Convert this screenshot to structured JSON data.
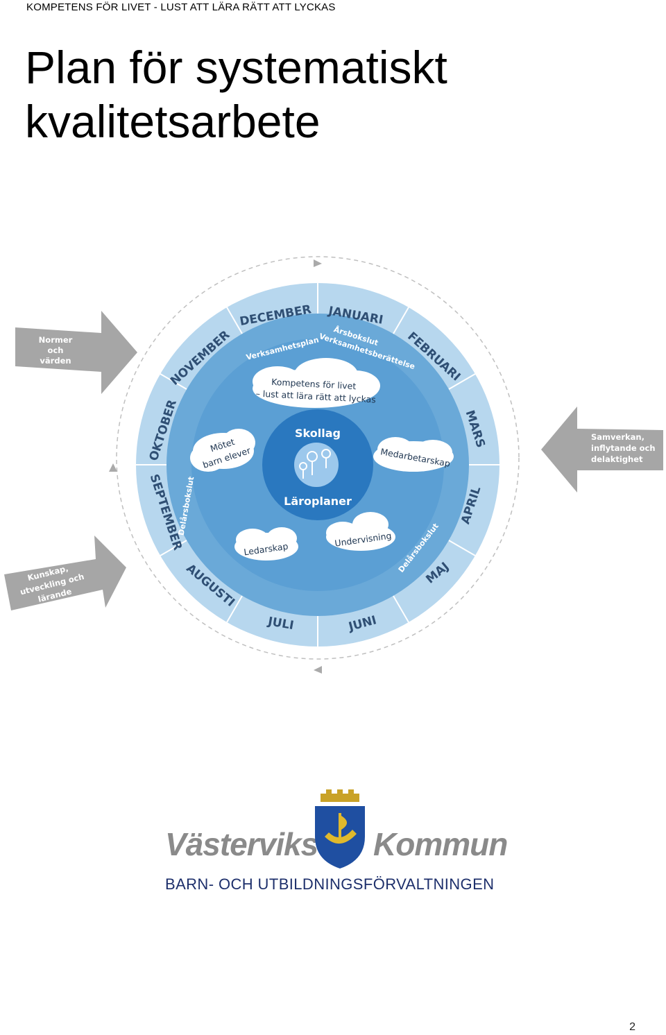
{
  "header": {
    "running_title": "KOMPETENS FÖR LIVET - LUST ATT LÄRA RÄTT ATT LYCKAS"
  },
  "title": {
    "line1": "Plan för systematiskt",
    "line2": "kvalitetsarbete"
  },
  "wheel": {
    "months": {
      "december": "DECEMBER",
      "januari": "JANUARI",
      "februari": "FEBRUARI",
      "mars": "MARS",
      "april": "APRIL",
      "maj": "MAJ",
      "juni": "JUNI",
      "juli": "JULI",
      "augusti": "AUGUSTI",
      "september": "SEPTEMBER",
      "oktober": "OKTOBER",
      "november": "NOVEMBER"
    },
    "milestones": {
      "verksamhetsplan": "Verksamhetsplan",
      "arsbokslut": "Årsbokslut",
      "verksamhetsberattelse": "Verksamhetsberättelse",
      "delarsbokslut_left": "Delårsbokslut",
      "delarsbokslut_right": "Delårsbokslut"
    },
    "clouds": {
      "kompetens_line1": "Kompetens för livet",
      "kompetens_line2": "– lust att lära rätt att lyckas",
      "motet_line1": "Mötet",
      "motet_line2": "barn elever",
      "medarbetarskap": "Medarbetarskap",
      "ledarskap": "Ledarskap",
      "undervisning": "Undervisning"
    },
    "center": {
      "top": "Skollag",
      "bottom": "Läroplaner"
    },
    "arrows": {
      "normer_line1": "Normer",
      "normer_line2": "och",
      "normer_line3": "värden",
      "samverkan_line1": "Samverkan,",
      "samverkan_line2": "inflytande och",
      "samverkan_line3": "delaktighet",
      "kunskap_line1": "Kunskap,",
      "kunskap_line2": "utveckling och",
      "kunskap_line3": "lärande"
    },
    "colors": {
      "outer_ring": "#b7d7ee",
      "mid_ring": "#6aa9d8",
      "inner_disc": "#4a95d0",
      "center_disc": "#2a78bf",
      "arrow": "#a6a6a6"
    }
  },
  "logo": {
    "name_left": "Västerviks",
    "name_right": "Kommun",
    "subtitle": "BARN- OCH UTBILDNINGSFÖRVALTNINGEN"
  },
  "footer": {
    "page_number": "2"
  }
}
